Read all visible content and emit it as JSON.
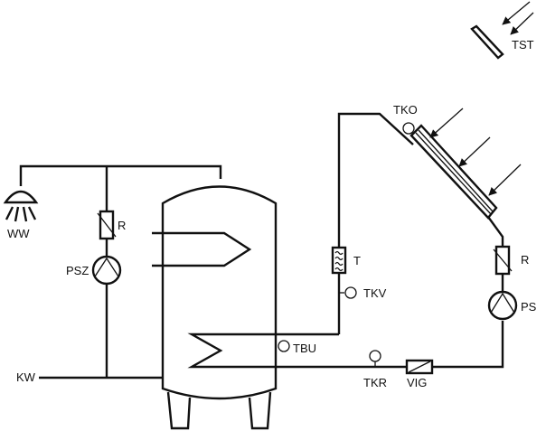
{
  "labels": {
    "ww": "WW",
    "r_left": "R",
    "psz": "PSZ",
    "kw": "KW",
    "tko": "TKO",
    "tst": "TST",
    "t": "T",
    "tkv": "TKV",
    "tbu": "TBU",
    "tkr": "TKR",
    "vig": "VIG",
    "r_right": "R",
    "ps": "PS"
  }
}
